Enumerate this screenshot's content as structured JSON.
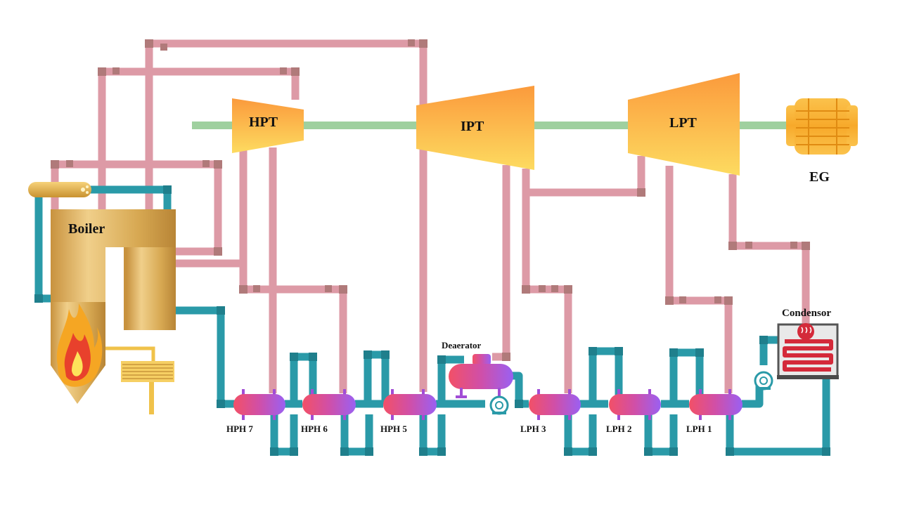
{
  "labels": {
    "boiler": "Boiler",
    "hpt": "HPT",
    "ipt": "IPT",
    "lpt": "LPT",
    "generator": "EG",
    "condensor": "Condensor",
    "deaerator": "Deaerator",
    "hph7": "HPH 7",
    "hph6": "HPH 6",
    "hph5": "HPH 5",
    "lph3": "LPH 3",
    "lph2": "LPH 2",
    "lph1": "LPH 1"
  },
  "colors": {
    "steam_pipe": "#dd9aa6",
    "steam_joint": "#b07a7a",
    "water_pipe": "#2a9aa8",
    "water_joint": "#1f7f8c",
    "shaft": "#9fd09f",
    "turbine_top": "#fba043",
    "turbine_bottom": "#fdd55c",
    "boiler": "#d4a24e",
    "heater_left": "#f0506e",
    "heater_right": "#9b5cf0",
    "condensor_coil": "#d42a3a",
    "flame_outer": "#f5a623",
    "flame_inner": "#e8412c",
    "generator": "#f7b733"
  }
}
